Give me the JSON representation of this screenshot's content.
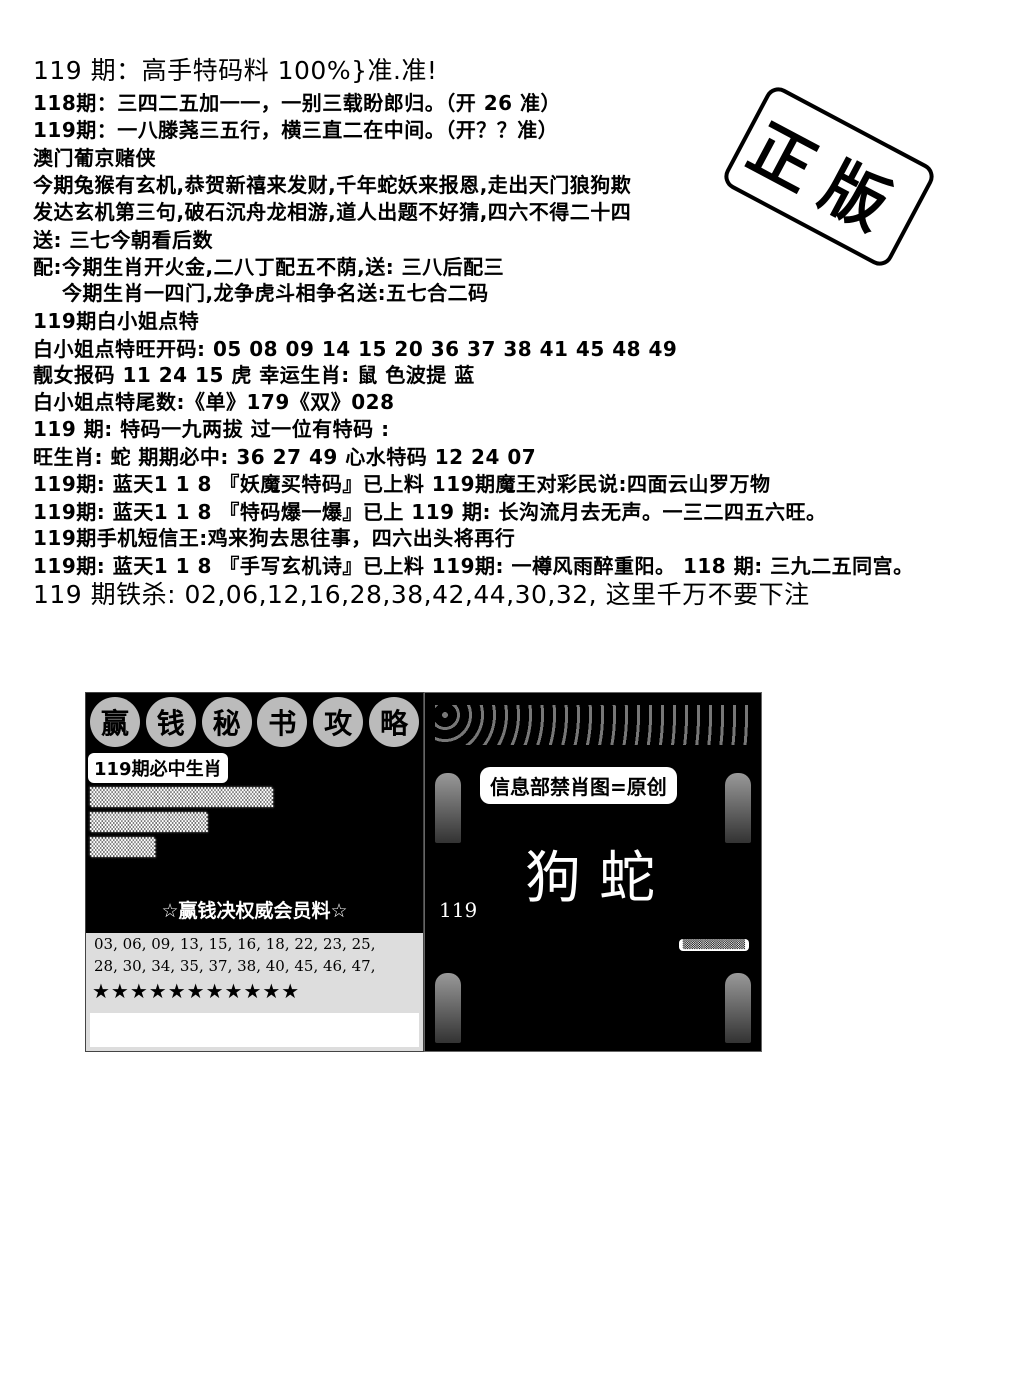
{
  "lines": [
    "119 期：高手特码料 100%}准.准!",
    "118期：三四二五加一一，一别三载盼郎归。（开 26 准）",
    "119期：一八滕荛三五行，横三直二在中间。（开？？准）",
    "澳门葡京赌侠",
    "今期兔猴有玄机,恭贺新禧来发财,千年蛇妖来报恩,走出天门狼狗欺",
    "发达玄机第三句,破石沉舟龙相游,道人出题不好猜,四六不得二十四",
    "送: 三七今朝看后数",
    "配:今期生肖开火金,二八丁配五不荫,送: 三八后配三",
    "今期生肖一四门,龙争虎斗相争名送:五七合二码",
    "119期白小姐点特",
    "白小姐点特旺开码: 05 08 09 14 15 20 36 37 38 41 45 48 49",
    "靓女报码 11 24 15  虎    幸运生肖: 鼠 色波提    蓝",
    "白小姐点特尾数:《单》179《双》028",
    " 119 期: 特码一九两拔    过一位有特码 :",
    "旺生肖: 蛇  期期必中: 36 27 49 心水特码 12 24 07",
    "119期: 蓝天1 1 8 『妖魔买特码』已上料 119期魔王对彩民说:四面云山罗万物",
    "119期: 蓝天1 1 8 『特码爆一爆』已上 119 期:  长沟流月去无声。一三二四五六旺。",
    "119期手机短信王:鸡来狗去思往事，四六出头将再行",
    "119期: 蓝天1 1 8 『手写玄机诗』已上料 119期: 一樽风雨醉重阳。  118 期:  三九二五同宫。",
    "119 期铁杀: 02,06,12,16,28,38,42,44,30,32, 这里千万不要下注"
  ],
  "stamp": "正版",
  "left_panel": {
    "header_chars": [
      "赢",
      "钱",
      "秘",
      "书",
      "攻",
      "略"
    ],
    "tag": "119期必中生肖",
    "member": "☆赢钱决权威会员料☆",
    "numbers_row1": "03, 06, 09, 13, 15, 16, 18, 22, 23, 25,",
    "numbers_row2": "28, 30, 34, 35, 37, 38, 40, 45, 46, 47,",
    "stars": "★★★★★★★★★★★"
  },
  "right_panel": {
    "title": "信息部禁肖图=原创",
    "zodiacs": "狗蛇",
    "issue": "119"
  }
}
